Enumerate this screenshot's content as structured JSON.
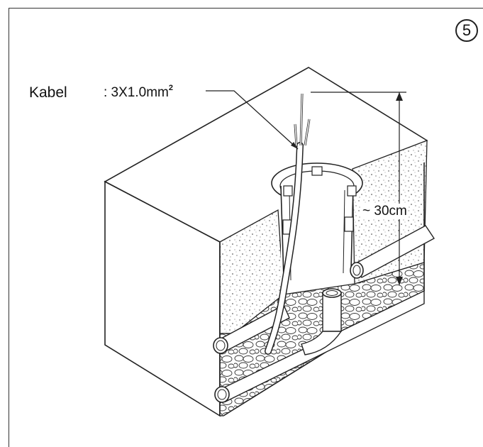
{
  "step": {
    "number": "5"
  },
  "cable": {
    "label": "Kabel",
    "spec_prefix": ": 3X1.0mm",
    "spec_exponent": "2"
  },
  "depth": {
    "label": "~ 30cm"
  },
  "icons": {
    "step_badge": "circled-number-icon"
  }
}
